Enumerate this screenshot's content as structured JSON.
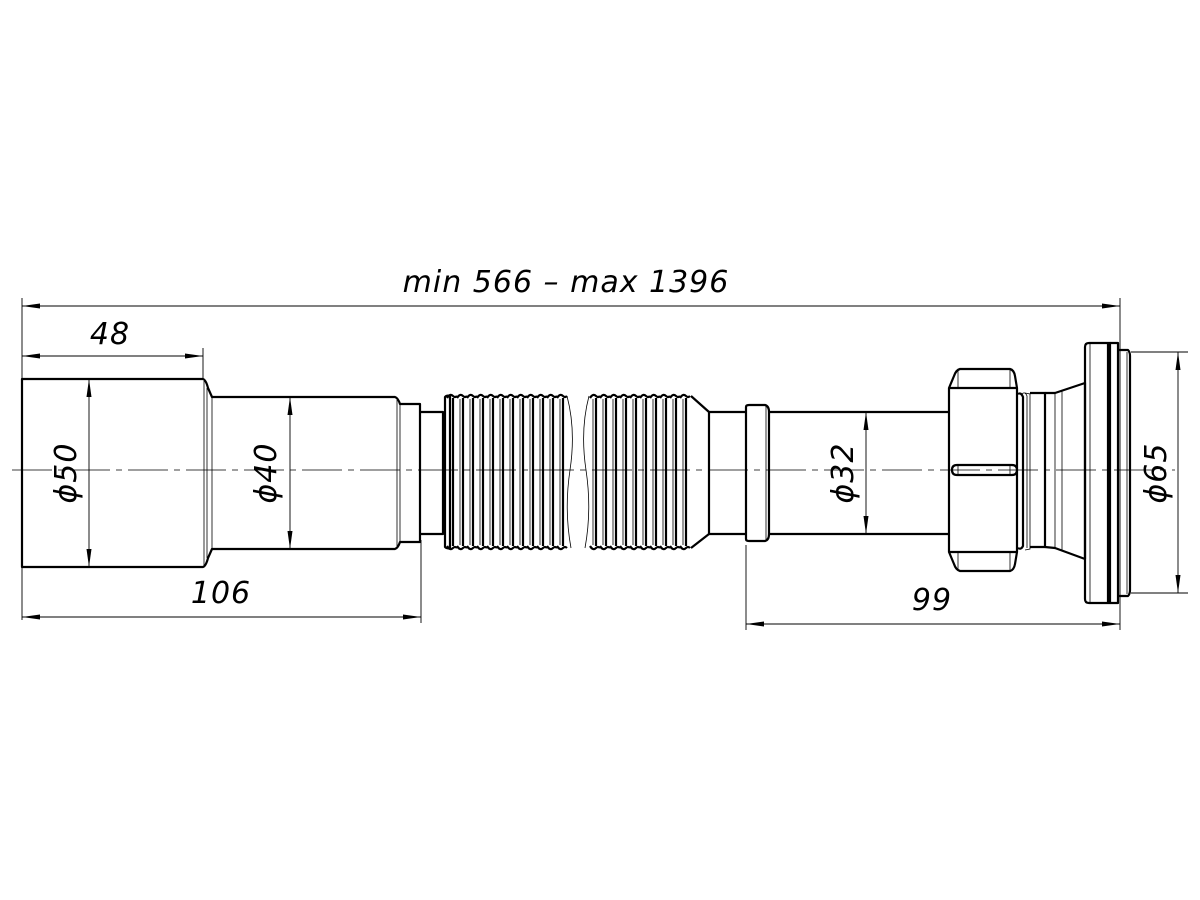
{
  "drawing": {
    "subject": "flexible corrugated sink drain pipe with union nut",
    "dimensions": {
      "overall_length": "min 566 – max 1396",
      "socket_length": "48",
      "inlet_section_length": "106",
      "outlet_section_length": "99",
      "diameter_socket": "ϕ50",
      "diameter_inlet": "ϕ40",
      "diameter_outlet": "ϕ32",
      "diameter_flange": "ϕ65"
    },
    "colors": {
      "line": "#000000",
      "background": "#ffffff"
    }
  }
}
